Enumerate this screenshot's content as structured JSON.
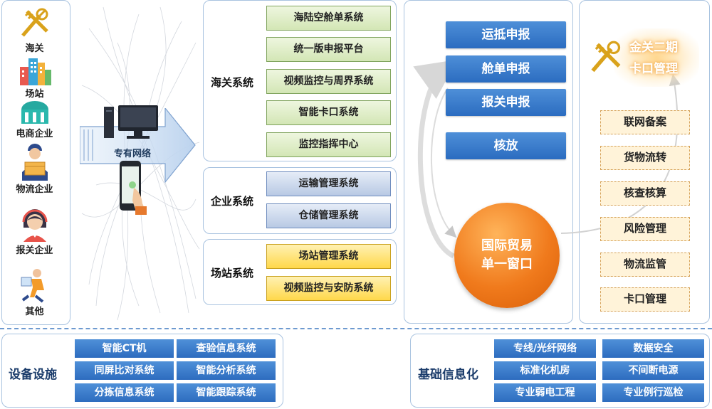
{
  "parties": [
    {
      "label": "海关",
      "icon": "customs-emblem-icon"
    },
    {
      "label": "场站",
      "icon": "buildings-icon"
    },
    {
      "label": "电商企业",
      "icon": "storefront-icon"
    },
    {
      "label": "物流企业",
      "icon": "courier-icon"
    },
    {
      "label": "报关企业",
      "icon": "headset-agent-icon"
    },
    {
      "label": "其他",
      "icon": "runner-icon"
    }
  ],
  "network": {
    "label": "专有网络"
  },
  "groups": [
    {
      "title": "海关系统",
      "color": "green",
      "items": [
        "海陆空舱单系统",
        "统一版申报平台",
        "视频监控与周界系统",
        "智能卡口系统",
        "监控指挥中心"
      ]
    },
    {
      "title": "企业系统",
      "color": "blue",
      "items": [
        "运输管理系统",
        "仓储管理系统"
      ]
    },
    {
      "title": "场站系统",
      "color": "yellow",
      "items": [
        "场站管理系统",
        "视频监控与安防系统"
      ]
    }
  ],
  "declarations": [
    "运抵申报",
    "舱单申报",
    "报关申报",
    "核放"
  ],
  "single_window": {
    "line1": "国际贸易",
    "line2": "单一窗口"
  },
  "kakou": {
    "line1": "金关二期",
    "line2": "卡口管理",
    "items": [
      "联网备案",
      "货物流转",
      "核查核算",
      "风险管理",
      "物流监管",
      "卡口管理"
    ]
  },
  "bottom_left": {
    "title": "设备设施",
    "items": [
      "智能CT机",
      "查验信息系统",
      "同屏比对系统",
      "智能分析系统",
      "分拣信息系统",
      "智能跟踪系统"
    ]
  },
  "bottom_right": {
    "title": "基础信息化",
    "items": [
      "专线/光纤网络",
      "数据安全",
      "标准化机房",
      "不间断电源",
      "专业弱电工程",
      "专业例行巡检"
    ]
  },
  "colors": {
    "blue": "#2d6cbf",
    "orange": "#f07a1c",
    "green": "#d3e6b5",
    "yellow": "#ffd84a",
    "border": "#a9c3e0"
  }
}
